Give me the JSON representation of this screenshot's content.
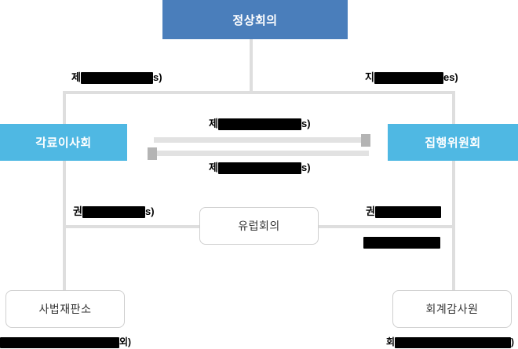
{
  "diagram": {
    "title_visible": false,
    "colors": {
      "summit_box": "#4a7ebb",
      "blue_box": "#4fb8e3",
      "white_box_border": "#cfcfcf",
      "connector": "#dedede",
      "arrow_line": "#e2e2e2",
      "arrow_head": "#b4b4b4",
      "redaction": "#000000"
    }
  },
  "nodes": {
    "summit": {
      "label": "정상회의"
    },
    "council_of_ministers": {
      "label": "각료이사회"
    },
    "executive_committee": {
      "label": "집행위원회"
    },
    "european_council": {
      "label": "유럽회의"
    },
    "court_of_justice": {
      "label": "사법재판소"
    },
    "court_of_auditors": {
      "label": "회계감사원"
    }
  },
  "labels": {
    "top_left": {
      "prefix": "제",
      "redacted": true,
      "suffix": "s)"
    },
    "top_right": {
      "prefix": "지",
      "redacted": true,
      "suffix": "es)"
    },
    "center_upper": {
      "prefix": "제",
      "redacted": true,
      "suffix": "s)"
    },
    "center_lower": {
      "prefix": "제",
      "redacted": true,
      "suffix": "s)"
    },
    "mid_left": {
      "prefix": "권",
      "redacted": true,
      "suffix": "s)"
    },
    "mid_right_upper": {
      "prefix": "권",
      "redacted": true,
      "suffix": ""
    },
    "mid_right_lower": {
      "prefix": "",
      "redacted": true,
      "suffix": ""
    },
    "bottom_left": {
      "prefix": "",
      "redacted": true,
      "suffix": "외)"
    },
    "bottom_right": {
      "prefix": "회",
      "redacted": true,
      "suffix": ")"
    }
  }
}
